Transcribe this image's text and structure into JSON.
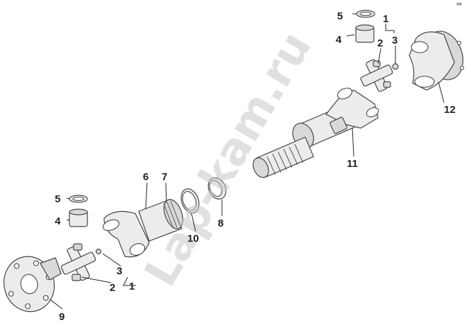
{
  "watermark": "Lap-kam.ru",
  "corner_mark": "ᵃᵃ",
  "callouts": {
    "top_cap_ring": "5",
    "top_bearing_cap": "4",
    "top_assembly": "1",
    "top_cross": "2",
    "top_grease_fitting": "3",
    "yoke_flange": "12",
    "slip_yoke_tube": "11",
    "seal_ring_8": "8",
    "snap_ring_10": "10",
    "sleeve_yoke": "6",
    "dust_boot": "7",
    "bottom_cap_ring": "5",
    "bottom_bearing_cap": "4",
    "bottom_grease_fitting": "3",
    "bottom_cross": "2",
    "bottom_assembly": "1",
    "companion_flange": "9"
  }
}
